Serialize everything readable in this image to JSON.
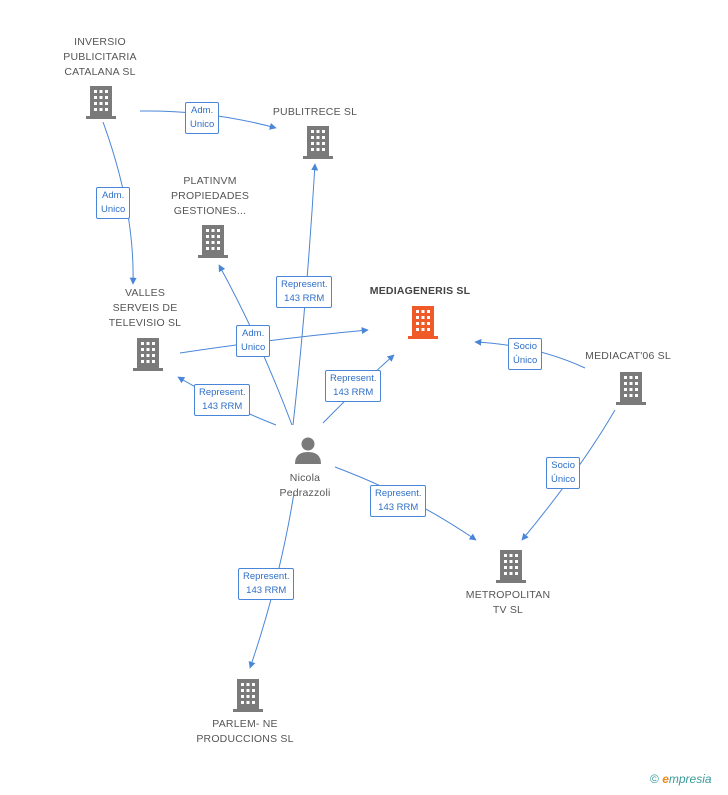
{
  "colors": {
    "edge": "#4a86d8",
    "node": "#7a7a7a",
    "focus": "#f05a28"
  },
  "nodes": {
    "inversio": {
      "label": "INVERSIO\nPUBLICITARIA\nCATALANA  SL"
    },
    "publitrece": {
      "label": "PUBLITRECE SL"
    },
    "platinvm": {
      "label": "PLATINVM\nPROPIEDADES\nGESTIONES..."
    },
    "mediageneris": {
      "label": "MEDIAGENERIS SL"
    },
    "valles": {
      "label": "VALLES\nSERVEIS DE\nTELEVISIO SL"
    },
    "mediacat": {
      "label": "MEDIACAT'06 SL"
    },
    "nicola": {
      "label": "Nicola\nPedrazzoli"
    },
    "metropolitan": {
      "label": "METROPOLITAN\nTV SL"
    },
    "parlem": {
      "label": "PARLEM- NE\nPRODUCCIONS SL"
    }
  },
  "edges": {
    "e1": "Adm.\nUnico",
    "e2": "Adm.\nUnico",
    "e3": "Represent.\n143 RRM",
    "e4": "Adm.\nUnico",
    "e5": "Represent.\n143 RRM",
    "e6": "Represent.\n143 RRM",
    "e7": "Socio\nÚnico",
    "e8": "Socio\nÚnico",
    "e9": "Represent.\n143 RRM",
    "e10": "Represent.\n143 RRM"
  },
  "footer": {
    "copyright": "©",
    "brand_e": "e",
    "brand": "mpresia"
  }
}
